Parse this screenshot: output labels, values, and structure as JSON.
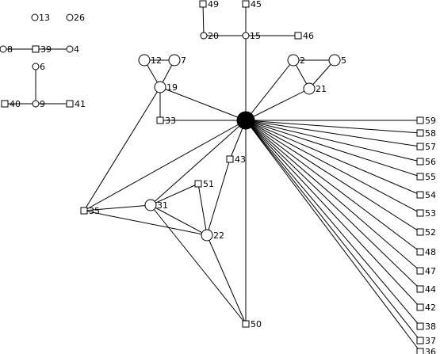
{
  "graph": {
    "nodes": [
      {
        "id": "13",
        "label": "13",
        "shape": "circle"
      },
      {
        "id": "26",
        "label": "26",
        "shape": "circle"
      },
      {
        "id": "8",
        "label": "8",
        "shape": "circle"
      },
      {
        "id": "39",
        "label": "39",
        "shape": "square"
      },
      {
        "id": "4",
        "label": "4",
        "shape": "circle"
      },
      {
        "id": "6",
        "label": "6",
        "shape": "circle"
      },
      {
        "id": "40",
        "label": "40",
        "shape": "square"
      },
      {
        "id": "9",
        "label": "9",
        "shape": "circle"
      },
      {
        "id": "41",
        "label": "41",
        "shape": "square"
      },
      {
        "id": "49",
        "label": "49",
        "shape": "square"
      },
      {
        "id": "45",
        "label": "45",
        "shape": "square"
      },
      {
        "id": "20",
        "label": "20",
        "shape": "circle"
      },
      {
        "id": "15",
        "label": "15",
        "shape": "circle"
      },
      {
        "id": "46",
        "label": "46",
        "shape": "square"
      },
      {
        "id": "12",
        "label": "12",
        "shape": "circle"
      },
      {
        "id": "7",
        "label": "7",
        "shape": "circle"
      },
      {
        "id": "19",
        "label": "19",
        "shape": "circle"
      },
      {
        "id": "33",
        "label": "33",
        "shape": "square"
      },
      {
        "id": "2",
        "label": "2",
        "shape": "circle"
      },
      {
        "id": "5",
        "label": "5",
        "shape": "circle"
      },
      {
        "id": "21",
        "label": "21",
        "shape": "circle"
      },
      {
        "id": "hub",
        "label": "",
        "shape": "hub"
      },
      {
        "id": "43",
        "label": "43",
        "shape": "square"
      },
      {
        "id": "51",
        "label": "51",
        "shape": "square"
      },
      {
        "id": "35",
        "label": "35",
        "shape": "square"
      },
      {
        "id": "31",
        "label": "31",
        "shape": "circle"
      },
      {
        "id": "22",
        "label": "22",
        "shape": "circle"
      },
      {
        "id": "50",
        "label": "50",
        "shape": "square"
      },
      {
        "id": "59",
        "label": "59",
        "shape": "square"
      },
      {
        "id": "58",
        "label": "58",
        "shape": "square"
      },
      {
        "id": "57",
        "label": "57",
        "shape": "square"
      },
      {
        "id": "56",
        "label": "56",
        "shape": "square"
      },
      {
        "id": "55",
        "label": "55",
        "shape": "square"
      },
      {
        "id": "54",
        "label": "54",
        "shape": "square"
      },
      {
        "id": "53",
        "label": "53",
        "shape": "square"
      },
      {
        "id": "52",
        "label": "52",
        "shape": "square"
      },
      {
        "id": "48",
        "label": "48",
        "shape": "square"
      },
      {
        "id": "47",
        "label": "47",
        "shape": "square"
      },
      {
        "id": "44",
        "label": "44",
        "shape": "square"
      },
      {
        "id": "42",
        "label": "42",
        "shape": "square"
      },
      {
        "id": "38",
        "label": "38",
        "shape": "square"
      },
      {
        "id": "37",
        "label": "37",
        "shape": "square"
      },
      {
        "id": "36",
        "label": "36",
        "shape": "square"
      }
    ],
    "edges": [
      [
        "8",
        "39"
      ],
      [
        "39",
        "4"
      ],
      [
        "6",
        "9"
      ],
      [
        "40",
        "9"
      ],
      [
        "9",
        "41"
      ],
      [
        "49",
        "20"
      ],
      [
        "45",
        "15"
      ],
      [
        "20",
        "15"
      ],
      [
        "15",
        "46"
      ],
      [
        "15",
        "hub"
      ],
      [
        "12",
        "7"
      ],
      [
        "12",
        "19"
      ],
      [
        "7",
        "19"
      ],
      [
        "19",
        "33"
      ],
      [
        "19",
        "35"
      ],
      [
        "19",
        "hub"
      ],
      [
        "33",
        "hub"
      ],
      [
        "2",
        "5"
      ],
      [
        "2",
        "21"
      ],
      [
        "5",
        "21"
      ],
      [
        "2",
        "hub"
      ],
      [
        "21",
        "hub"
      ],
      [
        "hub",
        "35"
      ],
      [
        "hub",
        "31"
      ],
      [
        "hub",
        "43"
      ],
      [
        "hub",
        "50"
      ],
      [
        "43",
        "22"
      ],
      [
        "51",
        "31"
      ],
      [
        "51",
        "22"
      ],
      [
        "35",
        "31"
      ],
      [
        "35",
        "22"
      ],
      [
        "31",
        "22"
      ],
      [
        "31",
        "50"
      ],
      [
        "22",
        "50"
      ],
      [
        "hub",
        "59"
      ],
      [
        "hub",
        "58"
      ],
      [
        "hub",
        "57"
      ],
      [
        "hub",
        "56"
      ],
      [
        "hub",
        "55"
      ],
      [
        "hub",
        "54"
      ],
      [
        "hub",
        "53"
      ],
      [
        "hub",
        "52"
      ],
      [
        "hub",
        "48"
      ],
      [
        "hub",
        "47"
      ],
      [
        "hub",
        "44"
      ],
      [
        "hub",
        "42"
      ],
      [
        "hub",
        "38"
      ],
      [
        "hub",
        "37"
      ],
      [
        "hub",
        "36"
      ]
    ]
  }
}
